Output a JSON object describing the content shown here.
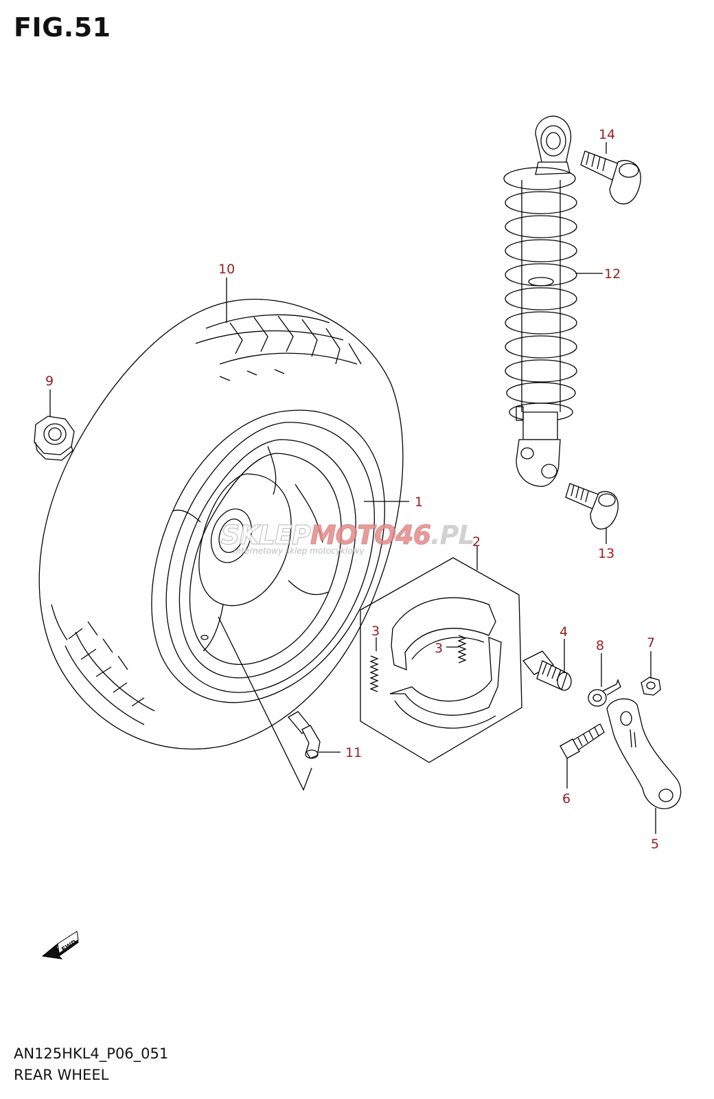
{
  "figure": {
    "title": "FIG.51",
    "code": "AN125HKL4_P06_051",
    "name": "REAR WHEEL"
  },
  "watermark": {
    "brand_part1": "SKLEP",
    "brand_part2": "MOTO46",
    "brand_part3": ".PL",
    "tagline": "Internetowy sklep motocyklowy"
  },
  "fwd_label": "FWD",
  "callouts": {
    "c1": "1",
    "c2": "2",
    "c3a": "3",
    "c3b": "3",
    "c4": "4",
    "c5": "5",
    "c6": "6",
    "c7": "7",
    "c8": "8",
    "c9": "9",
    "c10": "10",
    "c11": "11",
    "c12": "12",
    "c13": "13",
    "c14": "14"
  },
  "colors": {
    "callout": "#9b1b1b",
    "line": "#000000",
    "watermark_grey": "#b8b8b8",
    "watermark_red": "#e58a8a"
  }
}
